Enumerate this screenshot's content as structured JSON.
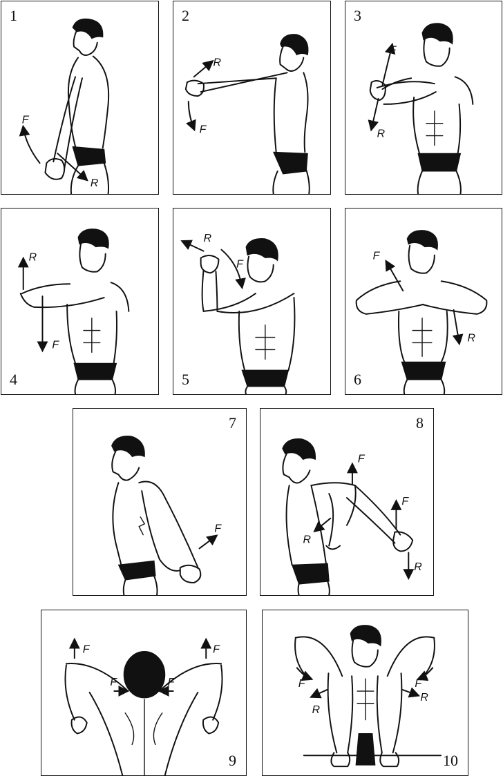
{
  "panels": [
    {
      "number": "1",
      "labels": {
        "force": "F",
        "resist": "R"
      }
    },
    {
      "number": "2",
      "labels": {
        "force": "F",
        "resist": "R"
      }
    },
    {
      "number": "3",
      "labels": {
        "force": "F",
        "resist": "R"
      }
    },
    {
      "number": "4",
      "labels": {
        "force": "F",
        "resist": "R"
      }
    },
    {
      "number": "5",
      "labels": {
        "force": "F",
        "resist": "R"
      }
    },
    {
      "number": "6",
      "labels": {
        "force": "F",
        "resist": "R"
      }
    },
    {
      "number": "7",
      "labels": {
        "force": "F"
      }
    },
    {
      "number": "8",
      "labels": {
        "force": "F",
        "resist": "R"
      }
    },
    {
      "number": "9",
      "labels": {
        "force": "F"
      }
    },
    {
      "number": "10",
      "labels": {
        "force": "F",
        "resist": "R"
      }
    }
  ],
  "icons": {
    "arrow_color": "#111111",
    "figure_color": "#111111"
  }
}
